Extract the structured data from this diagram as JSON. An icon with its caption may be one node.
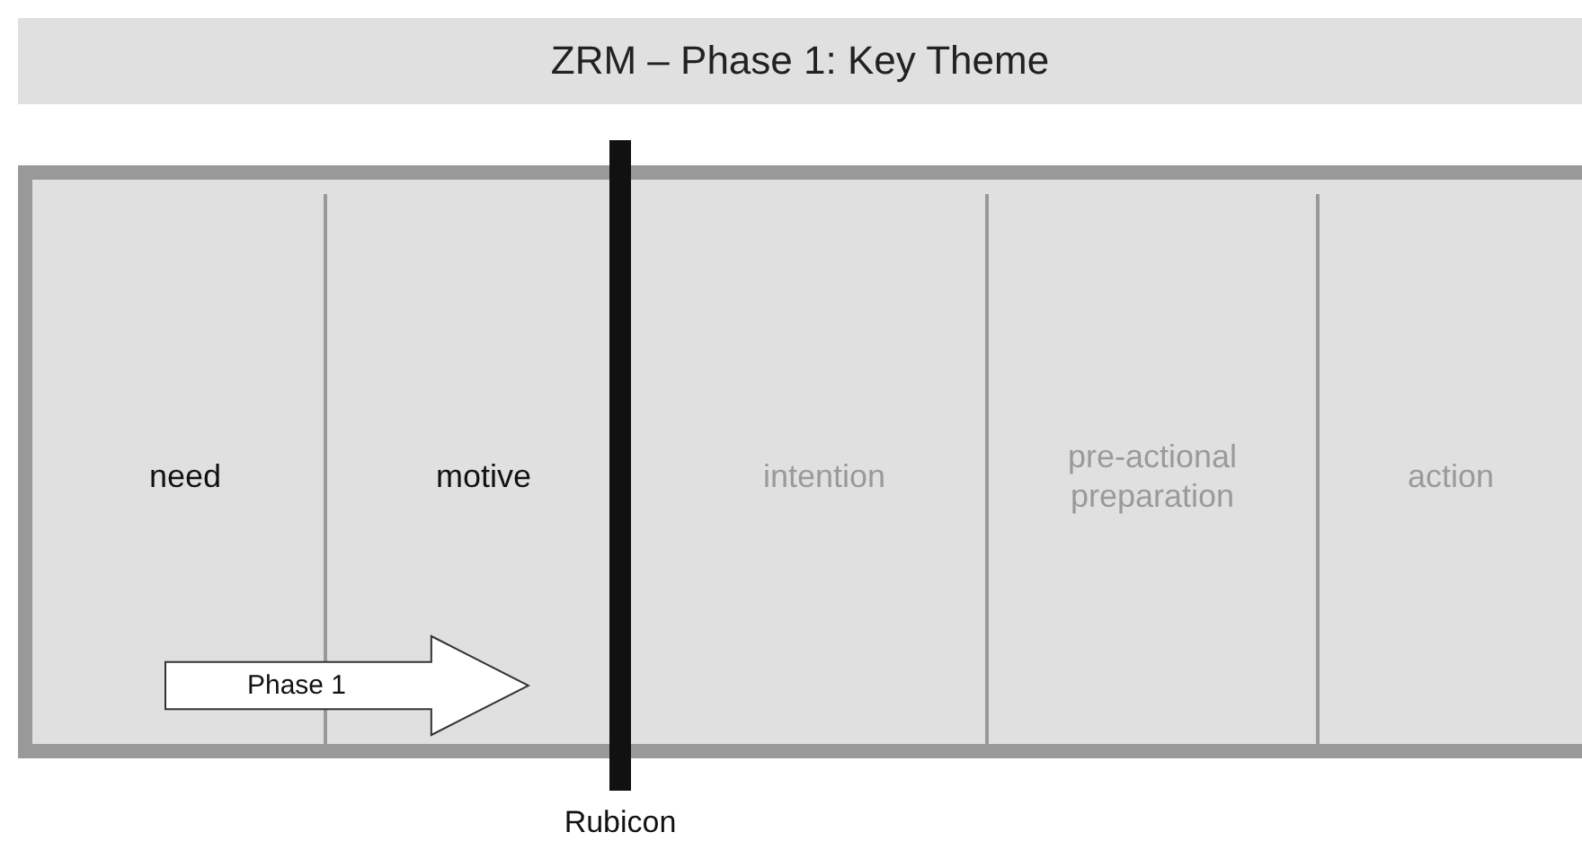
{
  "diagram": {
    "title": "ZRM – Phase 1: Key Theme",
    "nodes": [
      {
        "text": [],
        "shape": "box"
      },
      {
        "text": [
          "need"
        ],
        "in": 0
      },
      {
        "text": [
          "motive"
        ],
        "in": 0
      },
      {
        "text": [
          "intention"
        ],
        "in": 0
      },
      {
        "text": [
          "pre-actional preparation"
        ],
        "in": 0
      },
      {
        "text": [
          "action"
        ],
        "in": 0
      },
      {
        "text": [
          "Phase 1"
        ],
        "in": 0
      },
      {
        "text": [
          "Rubicon"
        ]
      }
    ],
    "edges": []
  }
}
